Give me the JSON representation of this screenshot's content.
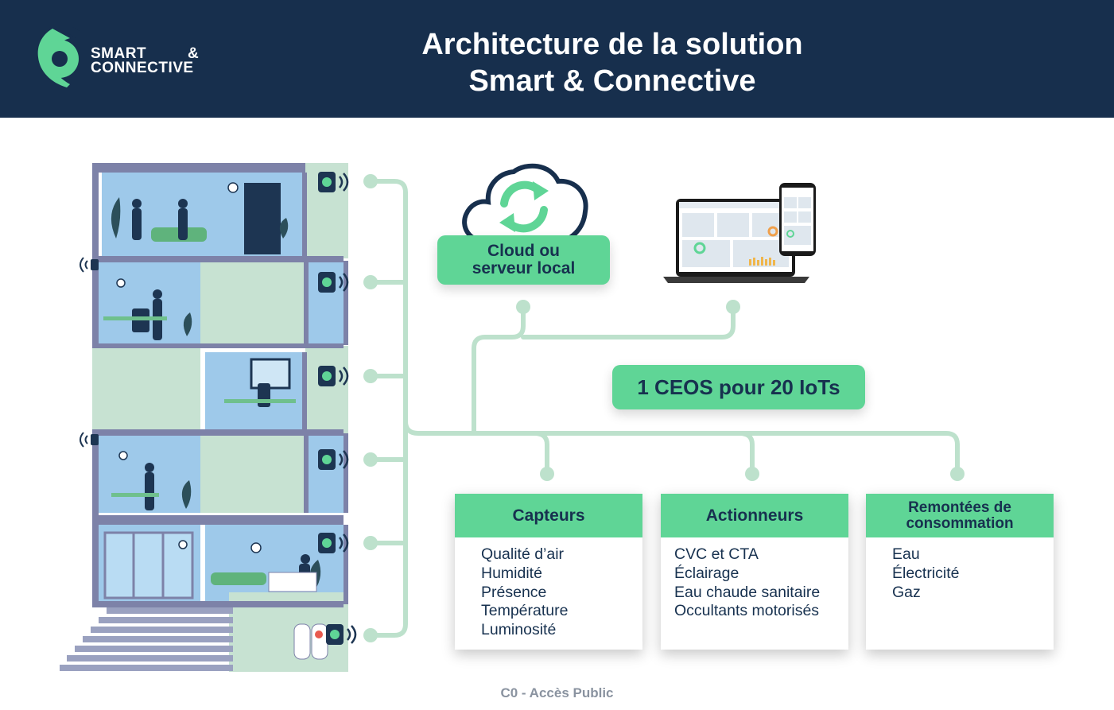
{
  "header": {
    "logo": {
      "line1": "SMART",
      "amp": "&",
      "line2": "CONNECTIVE"
    },
    "title_line1": "Architecture de la solution",
    "title_line2": "Smart & Connective"
  },
  "diagram": {
    "cloud": {
      "line1": "Cloud ou",
      "line2": "serveur local",
      "icon": "cloud-sync-icon"
    },
    "devices_icon": "laptop-phone-icon",
    "building_icon": "building-cross-section-icon",
    "ceos_label": "1 CEOS pour 20 IoTs",
    "cards": [
      {
        "title": "Capteurs",
        "items": [
          "Qualité d’air",
          "Humidité",
          "Présence",
          "Température",
          "Luminosité"
        ]
      },
      {
        "title": "Actionneurs",
        "items": [
          "CVC et CTA",
          "Éclairage",
          "Eau chaude sanitaire",
          "Occultants motorisés"
        ]
      },
      {
        "title_line1": "Remontées de",
        "title_line2": "consommation",
        "items": [
          "Eau",
          "Électricité",
          "Gaz"
        ]
      }
    ]
  },
  "footer": {
    "classification": "C0 - Accès Public"
  },
  "colors": {
    "navy": "#172f4d",
    "green": "#5fd596",
    "line_green": "#bde1cc",
    "building_blue": "#9ec9ea",
    "building_frame": "#7d82a8"
  }
}
